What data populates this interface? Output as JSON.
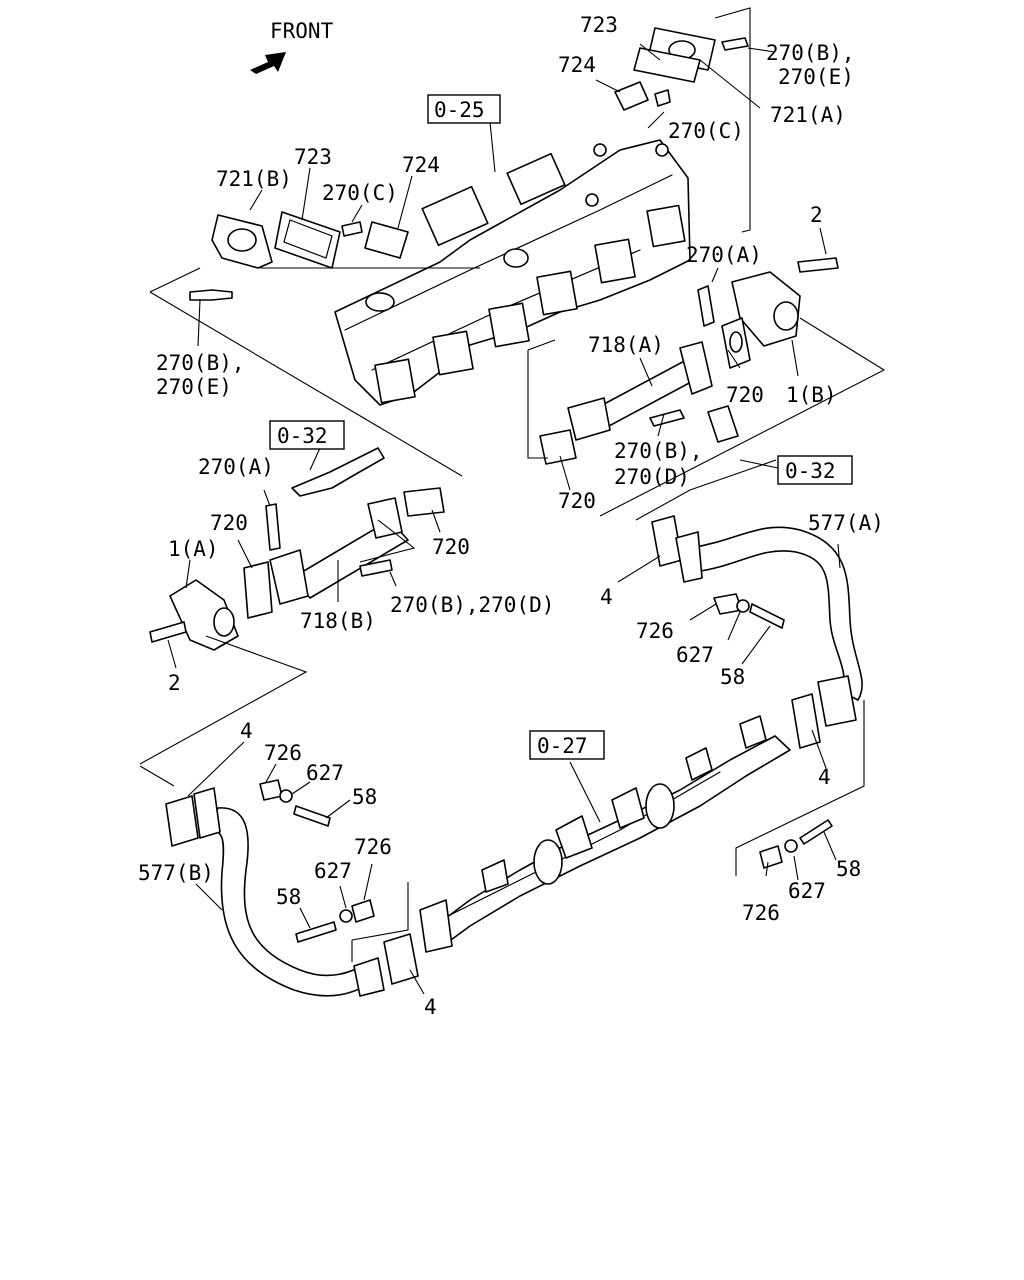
{
  "header": {
    "front_label": "FRONT"
  },
  "refs": {
    "r25": "0-25",
    "r32a": "0-32",
    "r32b": "0-32",
    "r27": "0-27"
  },
  "labels": {
    "l723a": "723",
    "l270be1a": "270(B),",
    "l270be1b": "270(E)",
    "l724a": "724",
    "l721a": "721(A)",
    "l270c1": "270(C)",
    "l723b": "723",
    "l724b": "724",
    "l721b": "721(B)",
    "l270c2": "270(C)",
    "l2a": "2",
    "l270a1": "270(A)",
    "l270be2a": "270(B),",
    "l270be2b": "270(E)",
    "l718a": "718(A)",
    "l720a": "720",
    "l1b": "1(B)",
    "l270bd1a": "270(B),",
    "l270bd1b": "270(D)",
    "l720b": "720",
    "l270a2": "270(A)",
    "l720c": "720",
    "l1a": "1(A)",
    "l720d": "720",
    "l718b": "718(B)",
    "l270bd2": "270(B),270(D)",
    "l2b": "2",
    "l577a": "577(A)",
    "l4a": "4",
    "l726a": "726",
    "l627a": "627",
    "l58a": "58",
    "l4b": "4",
    "l4c": "4",
    "l726b": "726",
    "l627b": "627",
    "l58b": "58",
    "l577b": "577(B)",
    "l627c": "627",
    "l726c": "726",
    "l58c": "58",
    "l4d": "4",
    "l58d": "58",
    "l627d": "627",
    "l726d": "726"
  }
}
